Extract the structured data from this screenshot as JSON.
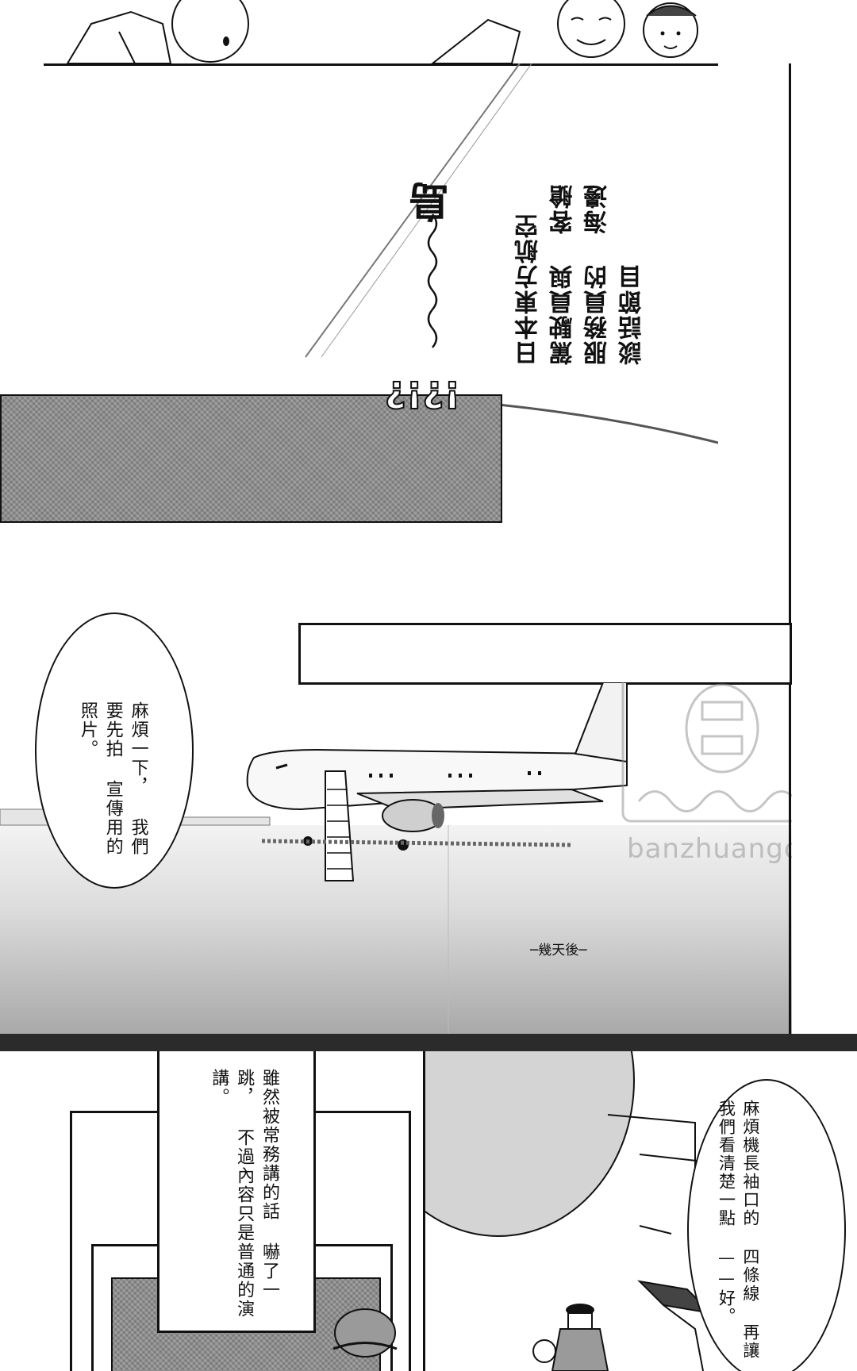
{
  "top_panel": {
    "sfx_exclaim": "!?!?",
    "sfx_name": "島",
    "upside_down_caption_lines": [
      "日本東方航空",
      "駕駛員與",
      "客艙服務員的",
      "海邊談話節目"
    ]
  },
  "airport_panel": {
    "speech_bubble_lines": [
      "麻煩一下，",
      "我們要先拍",
      "宣傳用的照片。"
    ],
    "time_caption": "─幾天後─",
    "watermark_text": "banzhuangong"
  },
  "bottom_panel": {
    "narration_lines": [
      "雖然被常務講的話",
      "嚇了一跳，",
      "不過內容只是普通的演講。"
    ],
    "speech_bubble_lines": [
      "麻煩機長袖口的",
      "四條線",
      "再讓我們看清楚一點",
      "——好。"
    ]
  },
  "colors": {
    "ink": "#111111",
    "screentone": "#8d8d8d",
    "divider": "#2b2b2b"
  }
}
